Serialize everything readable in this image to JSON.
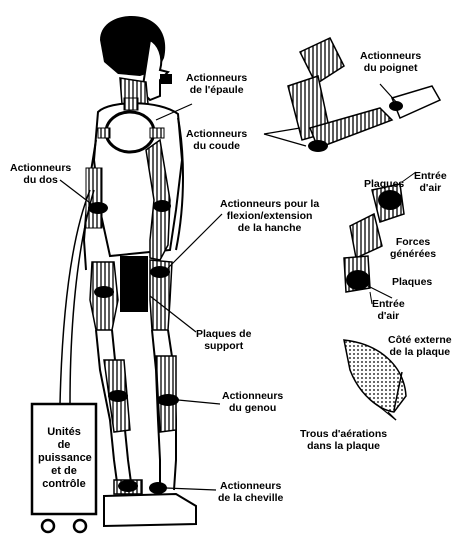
{
  "labels": {
    "shoulder": [
      "Actionneurs",
      "de l'épaule"
    ],
    "elbow": [
      "Actionneurs",
      "du coude"
    ],
    "wrist": [
      "Actionneurs",
      "du poignet"
    ],
    "back": [
      "Actionneurs",
      "du dos"
    ],
    "hip": [
      "Actionneurs pour la",
      "flexion/extension",
      "de la hanche"
    ],
    "support": [
      "Plaques de",
      "support"
    ],
    "knee": [
      "Actionneurs",
      "du genou"
    ],
    "ankle": [
      "Actionneurs",
      "de la cheville"
    ],
    "power_unit": [
      "Unités",
      "de",
      "puissance",
      "et de",
      "contrôle"
    ],
    "plates": "Plaques",
    "air_in_top": [
      "Entrée",
      "d'air"
    ],
    "forces": [
      "Forces",
      "générées"
    ],
    "plates_bottom": "Plaques",
    "air_in_bottom": [
      "Entrée",
      "d'air"
    ],
    "outer_side": [
      "Côté externe",
      "de la plaque"
    ],
    "vent_holes": [
      "Trous d'aérations",
      "dans la plaque"
    ]
  }
}
